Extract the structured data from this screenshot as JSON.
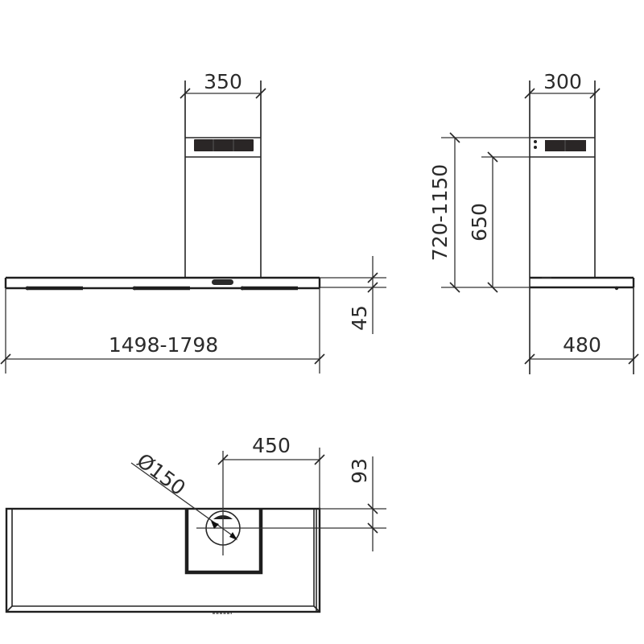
{
  "drawing": {
    "title": "Chimney cooker hood dimension drawing",
    "line_color": "#262626",
    "background": "#ffffff",
    "views": {
      "front": {
        "chimney_width": "350",
        "overall_width": "1498-1798",
        "canopy_thickness": "45"
      },
      "side": {
        "chimney_depth": "300",
        "chimney_height_range": "720-1150",
        "chimney_height_min": "650",
        "canopy_depth": "480"
      },
      "top": {
        "duct_diameter": "Ø150",
        "duct_offset_x": "450",
        "duct_offset_y": "93"
      }
    }
  }
}
